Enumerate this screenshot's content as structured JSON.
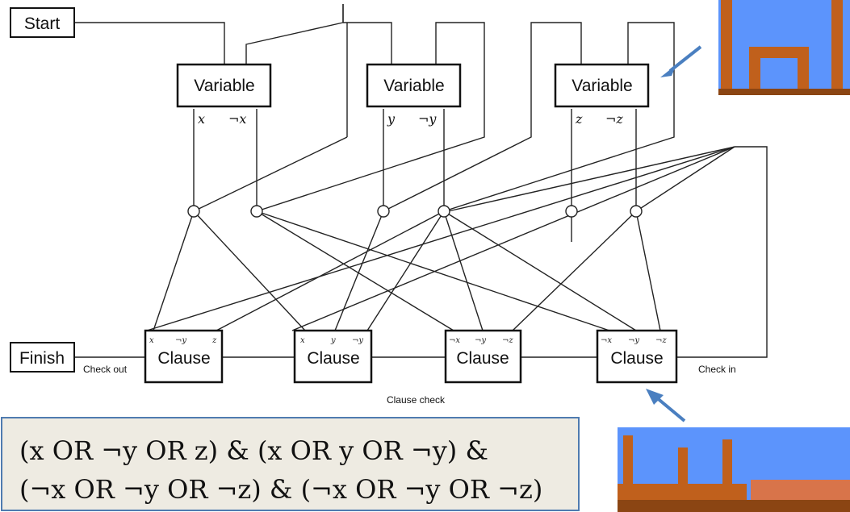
{
  "gadgets": {
    "start": "Start",
    "finish": "Finish",
    "variable_label": "Variable",
    "clause_label": "Clause"
  },
  "variables": [
    {
      "pos": "x",
      "neg": "¬x"
    },
    {
      "pos": "y",
      "neg": "¬y"
    },
    {
      "pos": "z",
      "neg": "¬z"
    }
  ],
  "clauses": [
    {
      "literals": [
        "x",
        "¬y",
        "z"
      ]
    },
    {
      "literals": [
        "x",
        "y",
        "¬y"
      ]
    },
    {
      "literals": [
        "¬x",
        "¬y",
        "¬z"
      ]
    },
    {
      "literals": [
        "¬x",
        "¬y",
        "¬z"
      ]
    }
  ],
  "labels": {
    "check_out": "Check out",
    "check_in": "Check in",
    "clause_check": "Clause check"
  },
  "formula": {
    "line1": "(x OR ¬y OR z) & (x OR y OR ¬y) &",
    "line2": "(¬x OR ¬y OR ¬z) & (¬x OR ¬y OR ¬z)"
  },
  "colors": {
    "formula_bg": "#eeebe2",
    "formula_border": "#4f7bb0",
    "arrow": "#4a7fc0",
    "sky": "#5c94fc",
    "brick": "#c0601c"
  }
}
